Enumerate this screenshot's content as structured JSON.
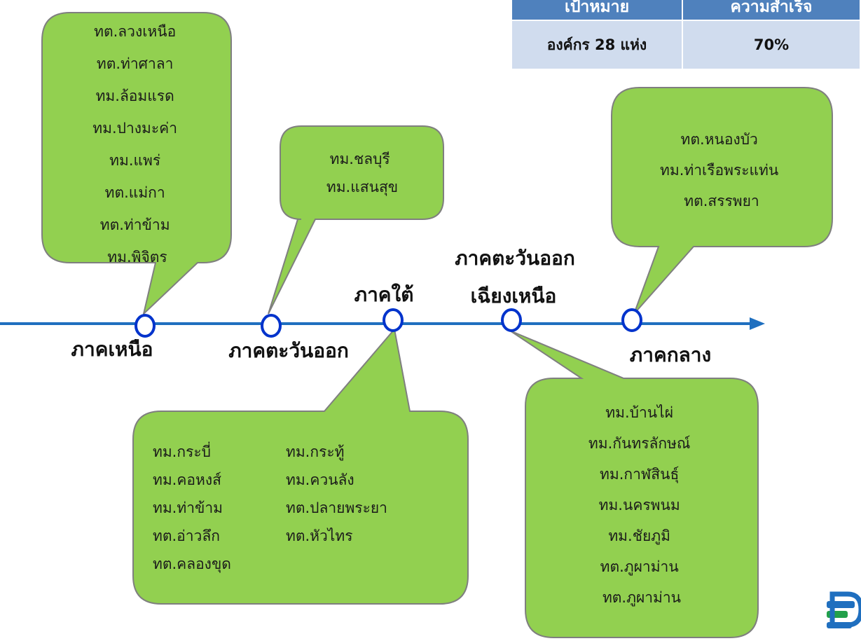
{
  "target_table": {
    "headers": [
      "เป้าหมาย",
      "ความสำเร็จ"
    ],
    "row": [
      "องค์กร 28 แห่ง",
      "70%"
    ]
  },
  "regions": [
    {
      "label": "ภาคเหนือ",
      "orgs": [
        "ทต.ลวงเหนือ",
        "ทต.ท่าศาลา",
        "ทม.ล้อมแรด",
        "ทม.ปางมะค่า",
        "ทม.แพร่",
        "ทต.แม่กา",
        "ทต.ท่าข้าม",
        "ทม.พิจิตร"
      ]
    },
    {
      "label": "ภาคตะวันออก",
      "orgs": [
        "ทม.ชลบุรี",
        "ทม.แสนสุข"
      ]
    },
    {
      "label": "ภาคใต้",
      "orgs_col1": [
        "ทม.กระบี่",
        "ทม.คอหงส์",
        "ทม.ท่าข้าม",
        "ทต.อ่าวลึก",
        "ทต.คลองขุด"
      ],
      "orgs_col2": [
        "ทม.กระทู้",
        "ทม.ควนลัง",
        "ทต.ปลายพระยา",
        "ทต.หัวไทร"
      ]
    },
    {
      "label_line1": "ภาคตะวันออก",
      "label_line2": "เฉียงเหนือ",
      "orgs": [
        "ทม.บ้านไผ่",
        "ทม.กันทรลักษณ์",
        "ทม.กาฬสินธุ์",
        "ทม.นครพนม",
        "ทม.ชัยภูมิ",
        "ทต.ภูผาม่าน",
        "ทต.ภูผาม่าน"
      ]
    },
    {
      "label": "ภาคกลาง",
      "orgs": [
        "ทต.หนองบัว",
        "ทม.ท่าเรือพระแท่น",
        "ทต.สรรพยา"
      ]
    }
  ],
  "colors": {
    "bubble_fill": "#92d050",
    "bubble_stroke": "#7f7f7f",
    "timeline": "#1f6fbf",
    "node_stroke": "#0033cc",
    "table_header": "#4f81bd",
    "table_body": "#d0dcee"
  },
  "icons": {
    "logo": "organization-logo-icon"
  }
}
